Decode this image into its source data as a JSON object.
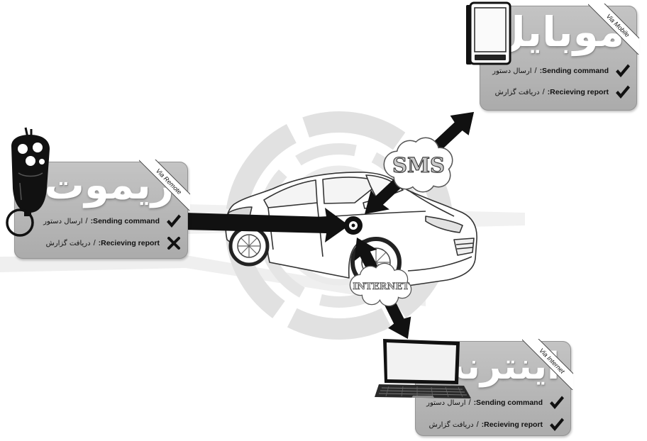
{
  "mobile": {
    "title": "موبایل",
    "ribbon": "Via Mobile",
    "icon": "mobile-phone-icon",
    "send": {
      "fa": "ارسال دستور",
      "sep": "/",
      "en": ":Sending command",
      "status": "check-icon"
    },
    "report": {
      "fa": "دریافت گزارش",
      "sep": "/",
      "en": ":Recieving report",
      "status": "check-icon"
    }
  },
  "remote": {
    "title": "ریموت",
    "ribbon": "Via Remote",
    "icon": "car-remote-key-icon",
    "send": {
      "fa": "ارسال دستور",
      "sep": "/",
      "en": ":Sending command",
      "status": "check-icon"
    },
    "report": {
      "fa": "دریافت گزارش",
      "sep": "/",
      "en": ":Recieving report",
      "status": "cross-icon"
    }
  },
  "internet": {
    "title": "اینترنت",
    "ribbon": "Via Internet",
    "icon": "laptop-icon",
    "send": {
      "fa": "ارسال دستور",
      "sep": "/",
      "en": ":Sending command",
      "status": "check-icon"
    },
    "report": {
      "fa": "دریافت گزارش",
      "sep": "/",
      "en": ":Recieving report",
      "status": "check-icon"
    }
  },
  "links": {
    "sms": "SMS",
    "internet": "INTERNET",
    "arrow_icon": "double-arrow-icon"
  },
  "center": {
    "icon": "car-icon",
    "target_icon": "target-dot-icon"
  },
  "colors": {
    "card_top": "#c4c4c4",
    "card_bottom": "#ababab",
    "ink": "#111111",
    "background": "#ffffff"
  }
}
